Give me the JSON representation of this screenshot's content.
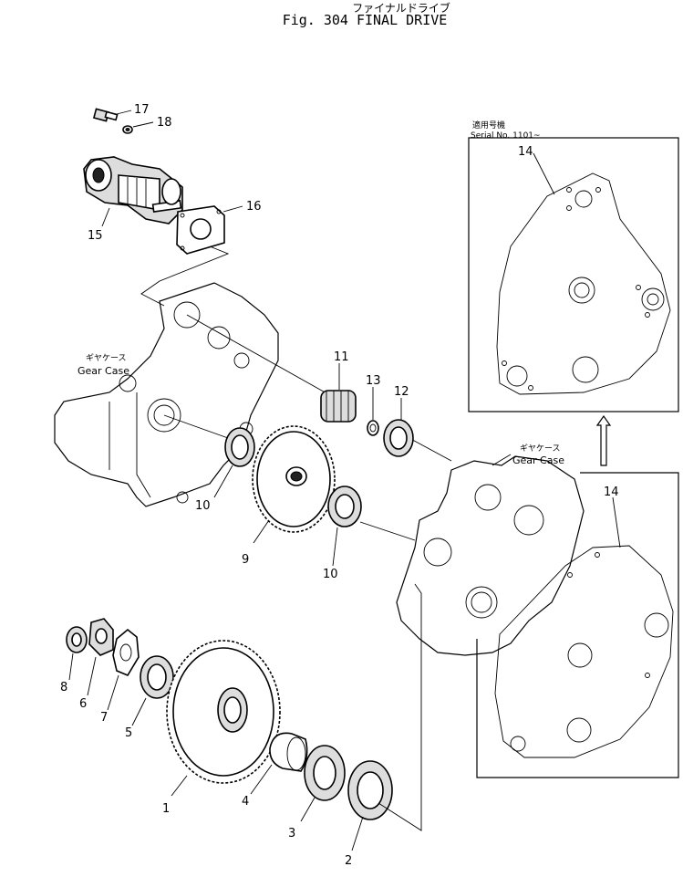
{
  "title": {
    "japanese": "ファイナルドライブ",
    "english": "Fig. 304 FINAL DRIVE"
  },
  "inset": {
    "applicable_jp": "適用号機",
    "serial": "Serial No. 1101~"
  },
  "labels": {
    "gear_case_jp": "ギヤケース",
    "gear_case_en": "Gear Case"
  },
  "callouts": {
    "c1": "1",
    "c2": "2",
    "c3": "3",
    "c4": "4",
    "c5": "5",
    "c6": "6",
    "c7": "7",
    "c8": "8",
    "c9": "9",
    "c10a": "10",
    "c10b": "10",
    "c11": "11",
    "c12": "12",
    "c13": "13",
    "c14a": "14",
    "c14b": "14",
    "c15": "15",
    "c16": "16",
    "c17": "17",
    "c18": "18"
  }
}
